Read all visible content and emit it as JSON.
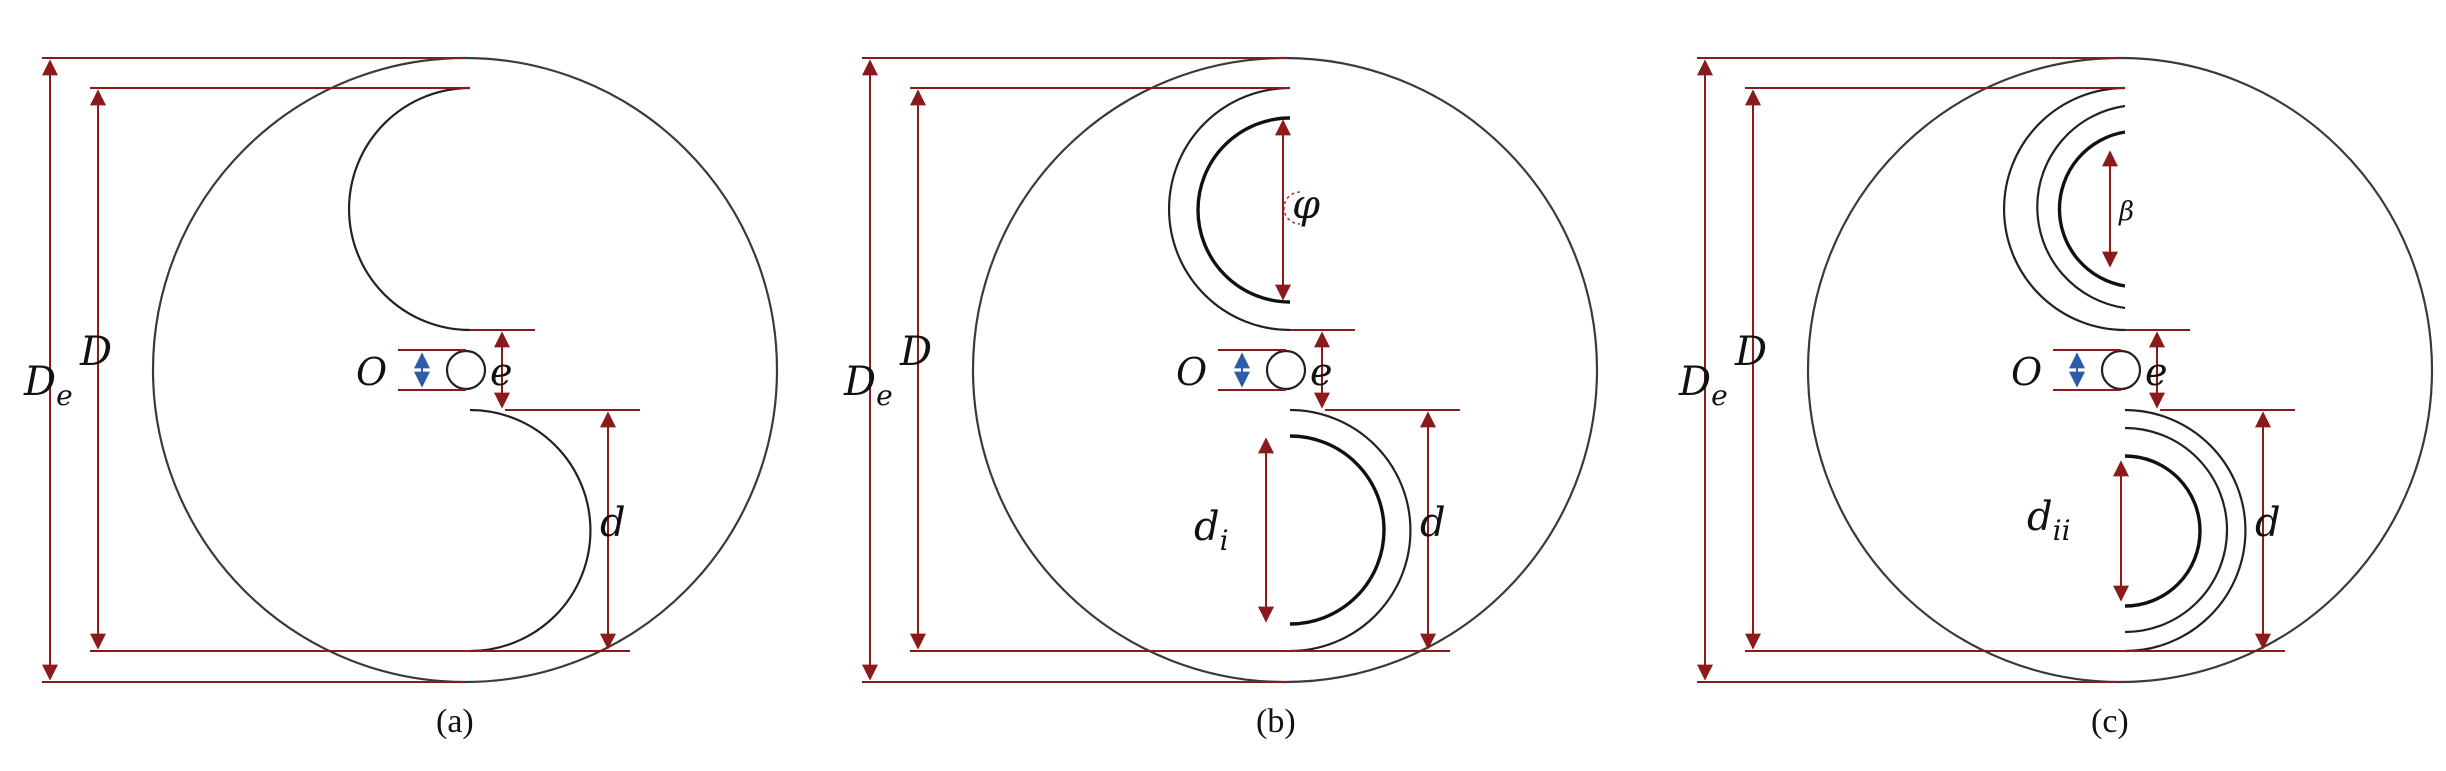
{
  "panels": [
    {
      "id": "a",
      "caption": "(a)",
      "labels": {
        "outer_diameter": "D",
        "outer_diameter_sub": "e",
        "rotor_diameter": "D",
        "shaft": "O",
        "overlap": "e",
        "blade_diameter": "d"
      }
    },
    {
      "id": "b",
      "caption": "(b)",
      "labels": {
        "outer_diameter": "D",
        "outer_diameter_sub": "e",
        "rotor_diameter": "D",
        "shaft": "O",
        "overlap": "e",
        "blade_diameter": "d",
        "inner_blade": "d",
        "inner_blade_sub": "i",
        "angle": "φ"
      }
    },
    {
      "id": "c",
      "caption": "(c)",
      "labels": {
        "outer_diameter": "D",
        "outer_diameter_sub": "e",
        "rotor_diameter": "D",
        "shaft": "O",
        "overlap": "e",
        "blade_diameter": "d",
        "inner_blade": "d",
        "inner_blade_sub": "ii",
        "angle": "β"
      }
    }
  ],
  "colors": {
    "dimension": "#8b1a1a",
    "shaft_dimension": "#2a5caa",
    "outline": "#222222"
  }
}
